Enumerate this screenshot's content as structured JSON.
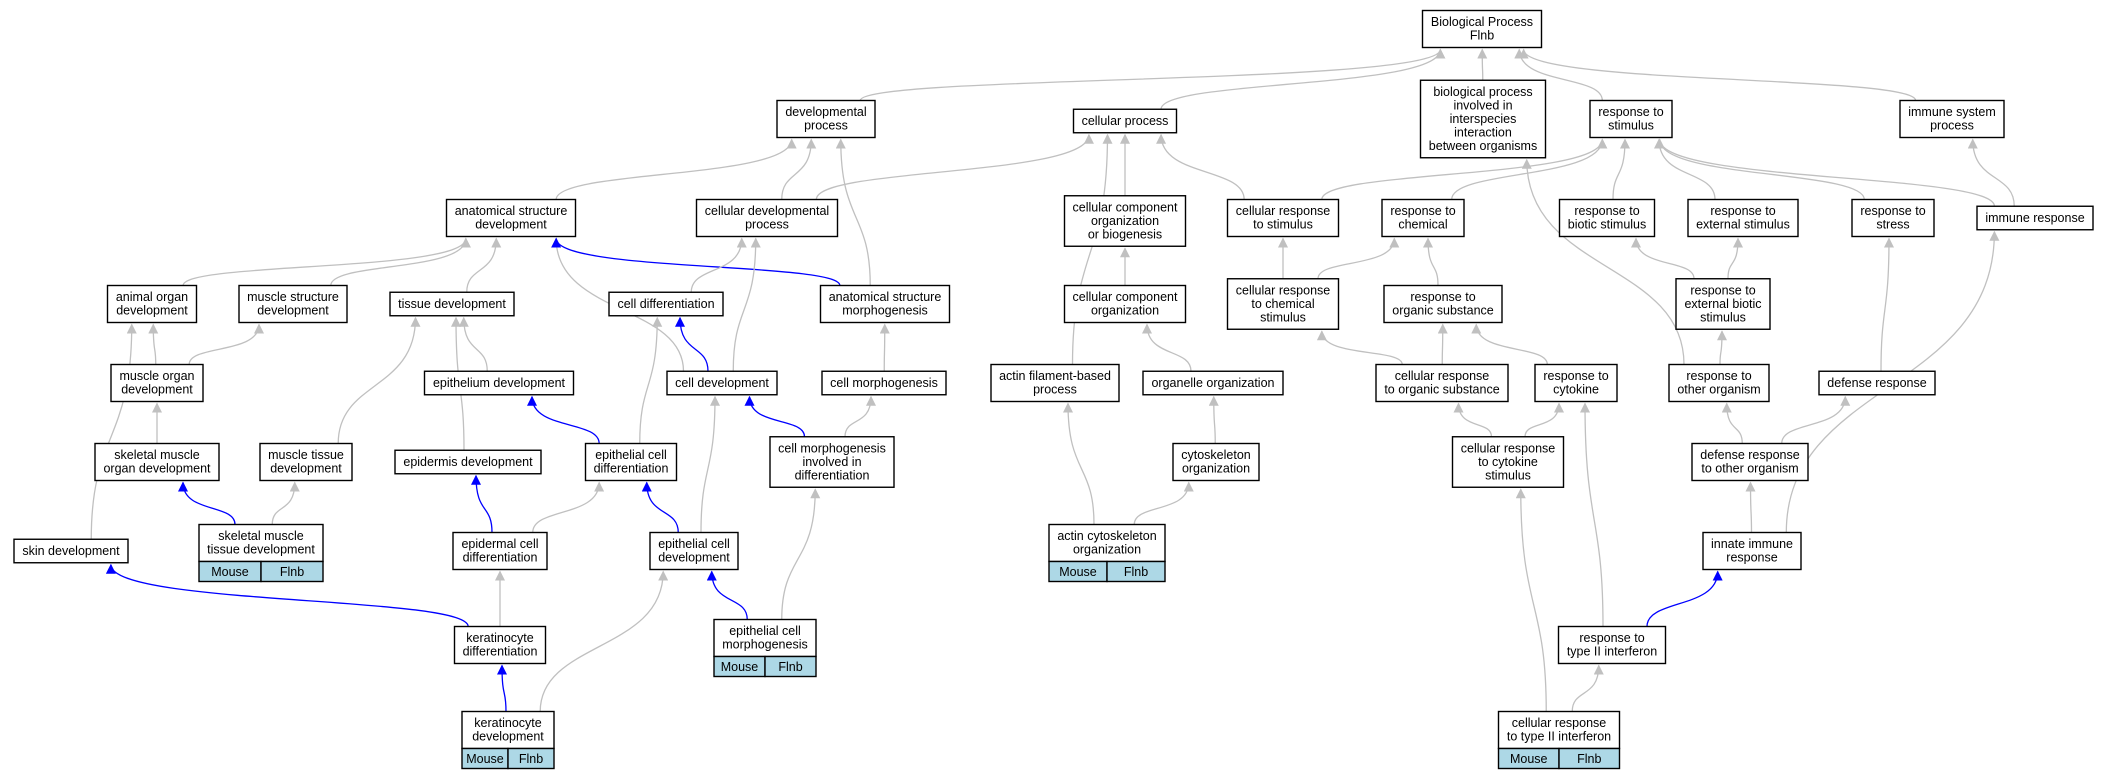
{
  "colors": {
    "gray_edge": "#c0c0c0",
    "blue_edge": "#0000ff",
    "node_border": "#000000",
    "annotation_fill": "#add8e6"
  },
  "nodes": [
    {
      "id": "bp",
      "lines": [
        "Biological Process",
        "Flnb"
      ]
    },
    {
      "id": "dev",
      "lines": [
        "developmental",
        "process"
      ]
    },
    {
      "id": "cp",
      "lines": [
        "cellular process"
      ]
    },
    {
      "id": "inter",
      "lines": [
        "biological process",
        "involved in",
        "interspecies",
        "interaction",
        "between organisms"
      ]
    },
    {
      "id": "rs",
      "lines": [
        "response to",
        "stimulus"
      ]
    },
    {
      "id": "isp",
      "lines": [
        "immune system",
        "process"
      ]
    },
    {
      "id": "asd",
      "lines": [
        "anatomical structure",
        "development"
      ]
    },
    {
      "id": "cdp",
      "lines": [
        "cellular developmental",
        "process"
      ]
    },
    {
      "id": "ccob",
      "lines": [
        "cellular component",
        "organization",
        "or biogenesis"
      ]
    },
    {
      "id": "crs",
      "lines": [
        "cellular response",
        "to stimulus"
      ]
    },
    {
      "id": "rchem",
      "lines": [
        "response to",
        "chemical"
      ]
    },
    {
      "id": "rbio",
      "lines": [
        "response to",
        "biotic stimulus"
      ]
    },
    {
      "id": "rext",
      "lines": [
        "response to",
        "external stimulus"
      ]
    },
    {
      "id": "rstress",
      "lines": [
        "response to",
        "stress"
      ]
    },
    {
      "id": "ir",
      "lines": [
        "immune response"
      ]
    },
    {
      "id": "aod",
      "lines": [
        "animal organ",
        "development"
      ]
    },
    {
      "id": "msd",
      "lines": [
        "muscle structure",
        "development"
      ]
    },
    {
      "id": "td",
      "lines": [
        "tissue development"
      ]
    },
    {
      "id": "cdiff",
      "lines": [
        "cell differentiation"
      ]
    },
    {
      "id": "asm",
      "lines": [
        "anatomical structure",
        "morphogenesis"
      ]
    },
    {
      "id": "cco",
      "lines": [
        "cellular component",
        "organization"
      ]
    },
    {
      "id": "crcs",
      "lines": [
        "cellular response",
        "to chemical",
        "stimulus"
      ]
    },
    {
      "id": "ros",
      "lines": [
        "response to",
        "organic substance"
      ]
    },
    {
      "id": "rebs",
      "lines": [
        "response to",
        "external biotic",
        "stimulus"
      ]
    },
    {
      "id": "mod",
      "lines": [
        "muscle organ",
        "development"
      ]
    },
    {
      "id": "epd",
      "lines": [
        "epithelium development"
      ]
    },
    {
      "id": "cdev",
      "lines": [
        "cell development"
      ]
    },
    {
      "id": "cmorph",
      "lines": [
        "cell morphogenesis"
      ]
    },
    {
      "id": "afbp",
      "lines": [
        "actin filament-based",
        "process"
      ]
    },
    {
      "id": "oo",
      "lines": [
        "organelle organization"
      ]
    },
    {
      "id": "cros",
      "lines": [
        "cellular response",
        "to organic substance"
      ]
    },
    {
      "id": "rcyt",
      "lines": [
        "response to",
        "cytokine"
      ]
    },
    {
      "id": "roo",
      "lines": [
        "response to",
        "other organism"
      ]
    },
    {
      "id": "dr",
      "lines": [
        "defense response"
      ]
    },
    {
      "id": "smod",
      "lines": [
        "skeletal muscle",
        "organ development"
      ]
    },
    {
      "id": "mtd",
      "lines": [
        "muscle tissue",
        "development"
      ]
    },
    {
      "id": "epid",
      "lines": [
        "epidermis development"
      ]
    },
    {
      "id": "ecd",
      "lines": [
        "epithelial cell",
        "differentiation"
      ]
    },
    {
      "id": "cmid",
      "lines": [
        "cell morphogenesis",
        "involved in",
        "differentiation"
      ]
    },
    {
      "id": "co",
      "lines": [
        "cytoskeleton",
        "organization"
      ]
    },
    {
      "id": "crcyt",
      "lines": [
        "cellular response",
        "to cytokine",
        "stimulus"
      ]
    },
    {
      "id": "droo",
      "lines": [
        "defense response",
        "to other organism"
      ]
    },
    {
      "id": "skin",
      "lines": [
        "skin development"
      ]
    },
    {
      "id": "smtd",
      "lines": [
        "skeletal muscle",
        "tissue development"
      ],
      "anno": [
        "Mouse",
        "Flnb"
      ]
    },
    {
      "id": "edc",
      "lines": [
        "epidermal cell",
        "differentiation"
      ]
    },
    {
      "id": "ecdev",
      "lines": [
        "epithelial cell",
        "development"
      ]
    },
    {
      "id": "aco",
      "lines": [
        "actin cytoskeleton",
        "organization"
      ],
      "anno": [
        "Mouse",
        "Flnb"
      ]
    },
    {
      "id": "iir",
      "lines": [
        "innate immune",
        "response"
      ]
    },
    {
      "id": "ecm",
      "lines": [
        "epithelial cell",
        "morphogenesis"
      ],
      "anno": [
        "Mouse",
        "Flnb"
      ]
    },
    {
      "id": "kd",
      "lines": [
        "keratinocyte",
        "differentiation"
      ]
    },
    {
      "id": "rt2",
      "lines": [
        "response to",
        "type II interferon"
      ]
    },
    {
      "id": "kdev",
      "lines": [
        "keratinocyte",
        "development"
      ],
      "anno": [
        "Mouse",
        "Flnb"
      ]
    },
    {
      "id": "crt2",
      "lines": [
        "cellular response",
        "to type II interferon"
      ],
      "anno": [
        "Mouse",
        "Flnb"
      ]
    }
  ],
  "edges": [
    {
      "from": "dev",
      "to": "bp",
      "color": "gray"
    },
    {
      "from": "cp",
      "to": "bp",
      "color": "gray"
    },
    {
      "from": "inter",
      "to": "bp",
      "color": "gray"
    },
    {
      "from": "rs",
      "to": "bp",
      "color": "gray"
    },
    {
      "from": "isp",
      "to": "bp",
      "color": "gray"
    },
    {
      "from": "asd",
      "to": "dev",
      "color": "gray"
    },
    {
      "from": "cdp",
      "to": "dev",
      "color": "gray"
    },
    {
      "from": "asm",
      "to": "dev",
      "color": "gray"
    },
    {
      "from": "cdp",
      "to": "cp",
      "color": "gray"
    },
    {
      "from": "ccob",
      "to": "cp",
      "color": "gray"
    },
    {
      "from": "crs",
      "to": "cp",
      "color": "gray"
    },
    {
      "from": "afbp",
      "to": "cp",
      "color": "gray"
    },
    {
      "from": "crs",
      "to": "rs",
      "color": "gray"
    },
    {
      "from": "rchem",
      "to": "rs",
      "color": "gray"
    },
    {
      "from": "rbio",
      "to": "rs",
      "color": "gray"
    },
    {
      "from": "rext",
      "to": "rs",
      "color": "gray"
    },
    {
      "from": "rstress",
      "to": "rs",
      "color": "gray"
    },
    {
      "from": "ir",
      "to": "rs",
      "color": "gray"
    },
    {
      "from": "ir",
      "to": "isp",
      "color": "gray"
    },
    {
      "from": "roo",
      "to": "inter",
      "color": "gray"
    },
    {
      "from": "aod",
      "to": "asd",
      "color": "gray"
    },
    {
      "from": "msd",
      "to": "asd",
      "color": "gray"
    },
    {
      "from": "td",
      "to": "asd",
      "color": "gray"
    },
    {
      "from": "cdev",
      "to": "asd",
      "color": "gray"
    },
    {
      "from": "asm",
      "to": "asd",
      "color": "blue"
    },
    {
      "from": "cdiff",
      "to": "cdp",
      "color": "gray"
    },
    {
      "from": "cdev",
      "to": "cdp",
      "color": "gray"
    },
    {
      "from": "cco",
      "to": "ccob",
      "color": "gray"
    },
    {
      "from": "crcs",
      "to": "crs",
      "color": "gray"
    },
    {
      "from": "crcs",
      "to": "rchem",
      "color": "gray"
    },
    {
      "from": "ros",
      "to": "rchem",
      "color": "gray"
    },
    {
      "from": "rebs",
      "to": "rbio",
      "color": "gray"
    },
    {
      "from": "rebs",
      "to": "rext",
      "color": "gray"
    },
    {
      "from": "dr",
      "to": "rstress",
      "color": "gray"
    },
    {
      "from": "iir",
      "to": "ir",
      "color": "gray"
    },
    {
      "from": "mod",
      "to": "aod",
      "color": "gray"
    },
    {
      "from": "skin",
      "to": "aod",
      "color": "gray"
    },
    {
      "from": "mod",
      "to": "msd",
      "color": "gray"
    },
    {
      "from": "epd",
      "to": "td",
      "color": "gray"
    },
    {
      "from": "mtd",
      "to": "td",
      "color": "gray"
    },
    {
      "from": "epid",
      "to": "td",
      "color": "gray"
    },
    {
      "from": "cdev",
      "to": "cdiff",
      "color": "blue"
    },
    {
      "from": "ecd",
      "to": "cdiff",
      "color": "gray"
    },
    {
      "from": "cmorph",
      "to": "asm",
      "color": "gray"
    },
    {
      "from": "oo",
      "to": "cco",
      "color": "gray"
    },
    {
      "from": "cros",
      "to": "crcs",
      "color": "gray"
    },
    {
      "from": "cros",
      "to": "ros",
      "color": "gray"
    },
    {
      "from": "rcyt",
      "to": "ros",
      "color": "gray"
    },
    {
      "from": "roo",
      "to": "rebs",
      "color": "gray"
    },
    {
      "from": "smod",
      "to": "mod",
      "color": "gray"
    },
    {
      "from": "ecd",
      "to": "epd",
      "color": "blue"
    },
    {
      "from": "cmid",
      "to": "cdev",
      "color": "blue"
    },
    {
      "from": "ecdev",
      "to": "cdev",
      "color": "gray"
    },
    {
      "from": "cmid",
      "to": "cmorph",
      "color": "gray"
    },
    {
      "from": "aco",
      "to": "afbp",
      "color": "gray"
    },
    {
      "from": "co",
      "to": "oo",
      "color": "gray"
    },
    {
      "from": "crcyt",
      "to": "cros",
      "color": "gray"
    },
    {
      "from": "crcyt",
      "to": "rcyt",
      "color": "gray"
    },
    {
      "from": "rt2",
      "to": "rcyt",
      "color": "gray"
    },
    {
      "from": "droo",
      "to": "roo",
      "color": "gray"
    },
    {
      "from": "droo",
      "to": "dr",
      "color": "gray"
    },
    {
      "from": "smtd",
      "to": "smod",
      "color": "blue"
    },
    {
      "from": "smtd",
      "to": "mtd",
      "color": "gray"
    },
    {
      "from": "edc",
      "to": "epid",
      "color": "blue"
    },
    {
      "from": "edc",
      "to": "ecd",
      "color": "gray"
    },
    {
      "from": "ecdev",
      "to": "ecd",
      "color": "blue"
    },
    {
      "from": "ecm",
      "to": "cmid",
      "color": "gray"
    },
    {
      "from": "aco",
      "to": "co",
      "color": "gray"
    },
    {
      "from": "crt2",
      "to": "crcyt",
      "color": "gray"
    },
    {
      "from": "iir",
      "to": "droo",
      "color": "gray"
    },
    {
      "from": "kd",
      "to": "skin",
      "color": "blue"
    },
    {
      "from": "kd",
      "to": "edc",
      "color": "gray"
    },
    {
      "from": "ecm",
      "to": "ecdev",
      "color": "blue"
    },
    {
      "from": "kdev",
      "to": "ecdev",
      "color": "gray"
    },
    {
      "from": "rt2",
      "to": "iir",
      "color": "blue"
    },
    {
      "from": "kdev",
      "to": "kd",
      "color": "blue"
    },
    {
      "from": "crt2",
      "to": "rt2",
      "color": "gray"
    }
  ]
}
